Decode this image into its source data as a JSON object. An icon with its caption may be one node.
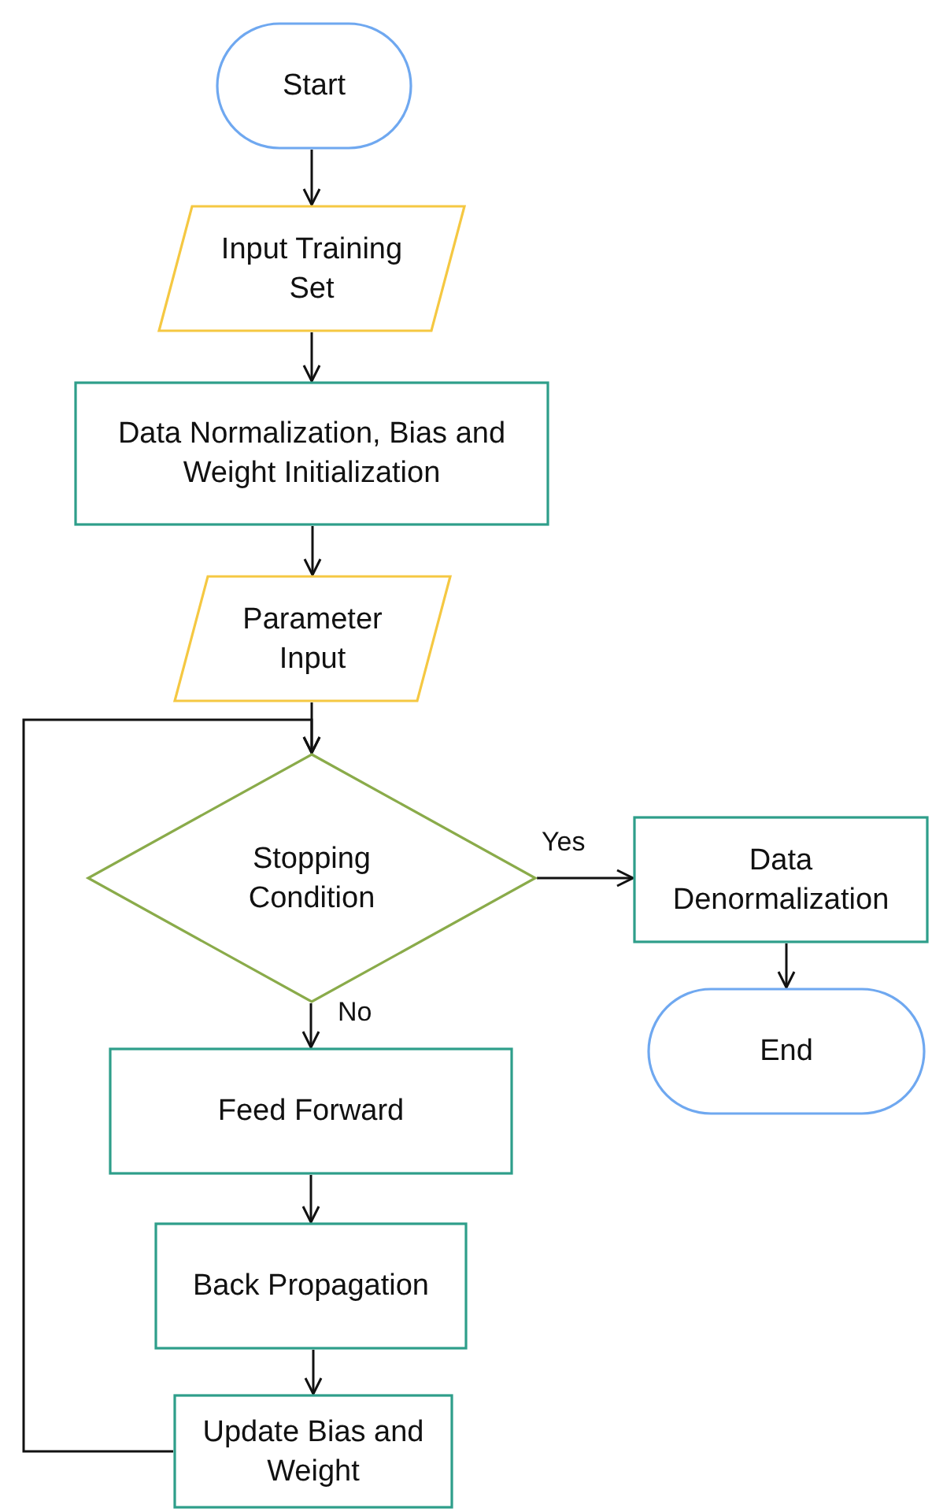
{
  "diagram": {
    "nodes": [
      {
        "text": [
          "Start"
        ]
      },
      {
        "text": [
          "Input Training Set"
        ]
      },
      {
        "text": [
          "Data Normalization, Bias and Weight Initialization"
        ]
      },
      {
        "text": [
          "Parameter Input"
        ]
      },
      {
        "text": [
          "Stopping Condition"
        ]
      },
      {
        "text": [
          "Data Denormalization"
        ]
      },
      {
        "text": [
          "End"
        ]
      },
      {
        "text": [
          "Feed Forward"
        ]
      },
      {
        "text": [
          "Back Propagation"
        ]
      },
      {
        "text": [
          "Update Bias and Weight"
        ]
      }
    ],
    "edges": [
      {
        "from": 0,
        "to": 1,
        "arrow": "to"
      },
      {
        "from": 1,
        "to": 2,
        "arrow": "to"
      },
      {
        "from": 2,
        "to": 3,
        "arrow": "to"
      },
      {
        "from": 3,
        "to": 4,
        "arrow": "to"
      },
      {
        "from": 4,
        "to": 5,
        "arrow": "to",
        "label": "Yes"
      },
      {
        "from": 5,
        "to": 6,
        "arrow": "to"
      },
      {
        "from": 4,
        "to": 7,
        "arrow": "to",
        "label": "No"
      },
      {
        "from": 7,
        "to": 8,
        "arrow": "to"
      },
      {
        "from": 8,
        "to": 9,
        "arrow": "to"
      },
      {
        "from": 9,
        "to": 4,
        "arrow": "to"
      }
    ]
  }
}
